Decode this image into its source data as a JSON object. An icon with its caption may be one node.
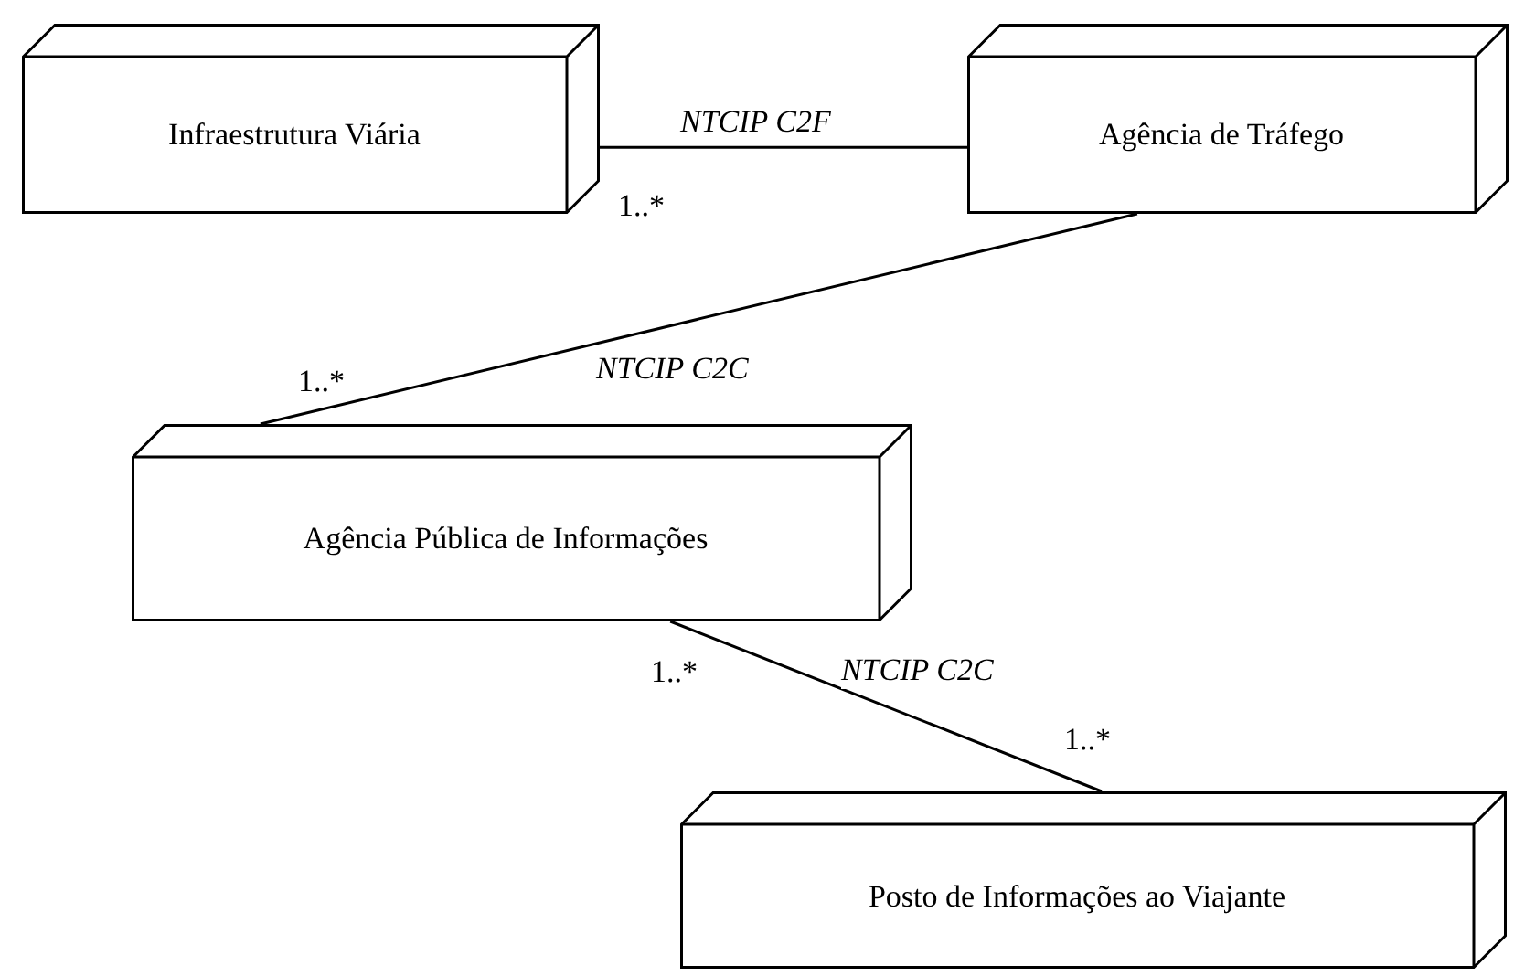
{
  "diagram": {
    "nodes": [
      {
        "text": [
          "Infraestrutura Viária"
        ]
      },
      {
        "text": [
          "Agência de Tráfego"
        ]
      },
      {
        "text": [
          "Agência Pública de Informações"
        ]
      },
      {
        "text": [
          "Posto de Informações ao Viajante"
        ]
      }
    ],
    "edges": [
      {
        "from": 0,
        "to": 1,
        "arrow": "none",
        "label": "NTCIP C2F"
      },
      {
        "from": 1,
        "to": 2,
        "arrow": "none",
        "label": "NTCIP C2C"
      },
      {
        "from": 2,
        "to": 3,
        "arrow": "none",
        "label": "NTCIP C2C"
      }
    ],
    "labels": [
      "1..*",
      "1..*",
      "1..*",
      "1..*"
    ]
  }
}
